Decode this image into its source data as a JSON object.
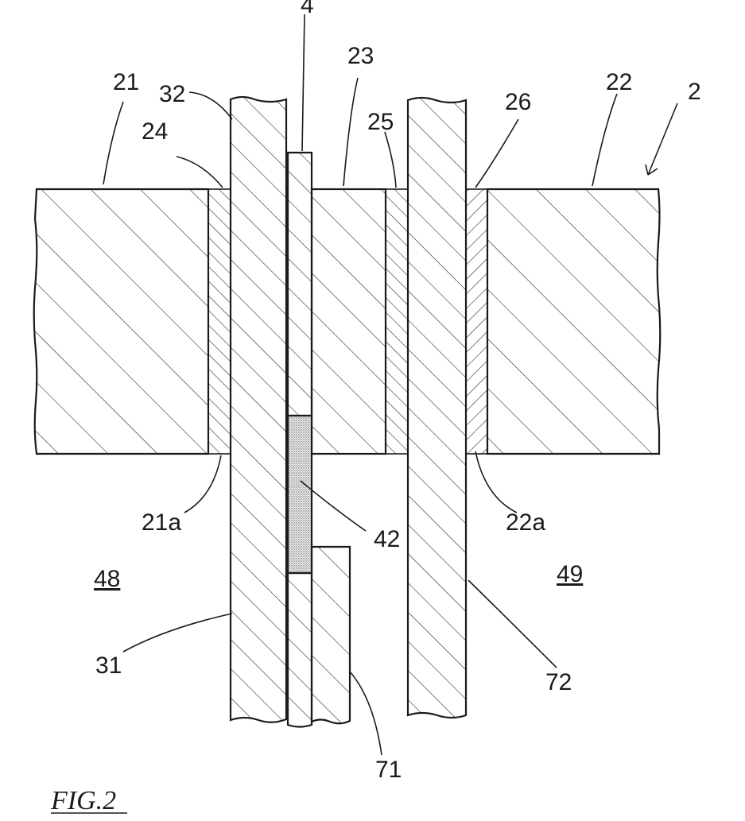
{
  "figure": {
    "caption": "FIG.2",
    "labels": {
      "l2": "2",
      "l4": "4",
      "l21": "21",
      "l21a": "21a",
      "l22": "22",
      "l22a": "22a",
      "l23": "23",
      "l24": "24",
      "l25": "25",
      "l26": "26",
      "l31": "31",
      "l32": "32",
      "l42": "42",
      "l48": "48",
      "l49": "49",
      "l71": "71",
      "l72": "72"
    }
  }
}
